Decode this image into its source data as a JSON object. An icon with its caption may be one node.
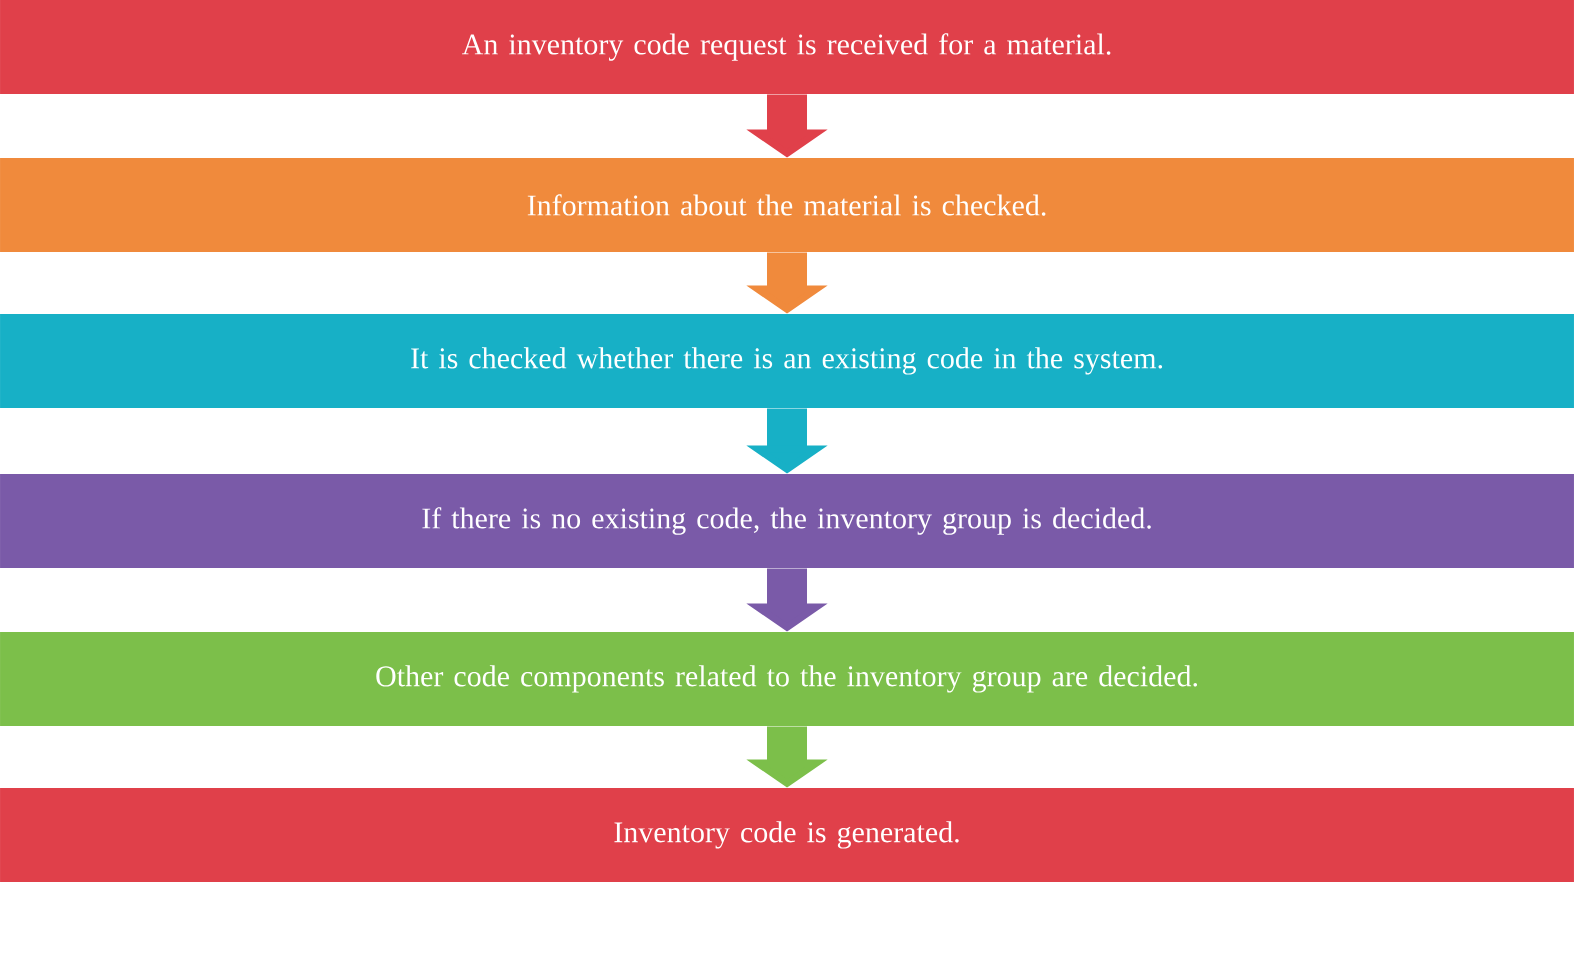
{
  "diagram": {
    "nodes": [
      {
        "text": [
          "An inventory code request is received for a material."
        ]
      },
      {
        "text": [
          "Information about the material is checked."
        ]
      },
      {
        "text": [
          "It is checked whether there is an existing code in the system."
        ]
      },
      {
        "text": [
          "If there is no existing code, the inventory group is decided."
        ]
      },
      {
        "text": [
          "Other code components related to the inventory group are decided."
        ]
      },
      {
        "text": [
          "Inventory code is generated."
        ]
      }
    ],
    "edges": [
      {
        "from": 0,
        "to": 1,
        "arrow": "to",
        "color": "#e0404a"
      },
      {
        "from": 1,
        "to": 2,
        "arrow": "to",
        "color": "#f08a3c"
      },
      {
        "from": 2,
        "to": 3,
        "arrow": "to",
        "color": "#17b0c6"
      },
      {
        "from": 3,
        "to": 4,
        "arrow": "to",
        "color": "#7a5aa8"
      },
      {
        "from": 4,
        "to": 5,
        "arrow": "to",
        "color": "#7cbf4a"
      }
    ]
  }
}
